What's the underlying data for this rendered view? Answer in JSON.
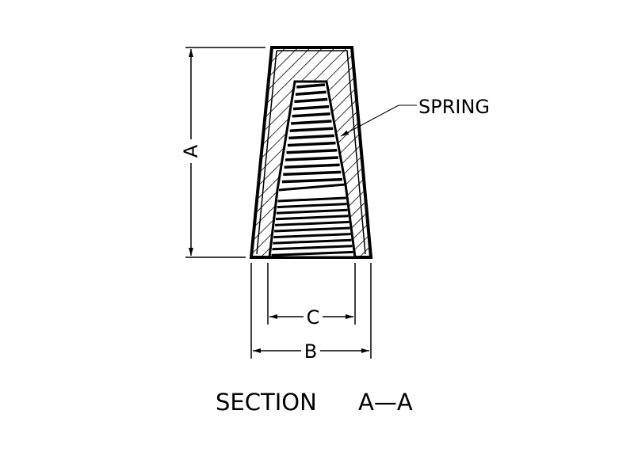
{
  "drawing": {
    "callout_label": "SPRING",
    "dimensions": {
      "a": "A",
      "b": "B",
      "c": "C"
    },
    "section_title": "SECTION",
    "section_name": "A—A"
  },
  "colors": {
    "line": "#000000",
    "background": "#ffffff"
  }
}
